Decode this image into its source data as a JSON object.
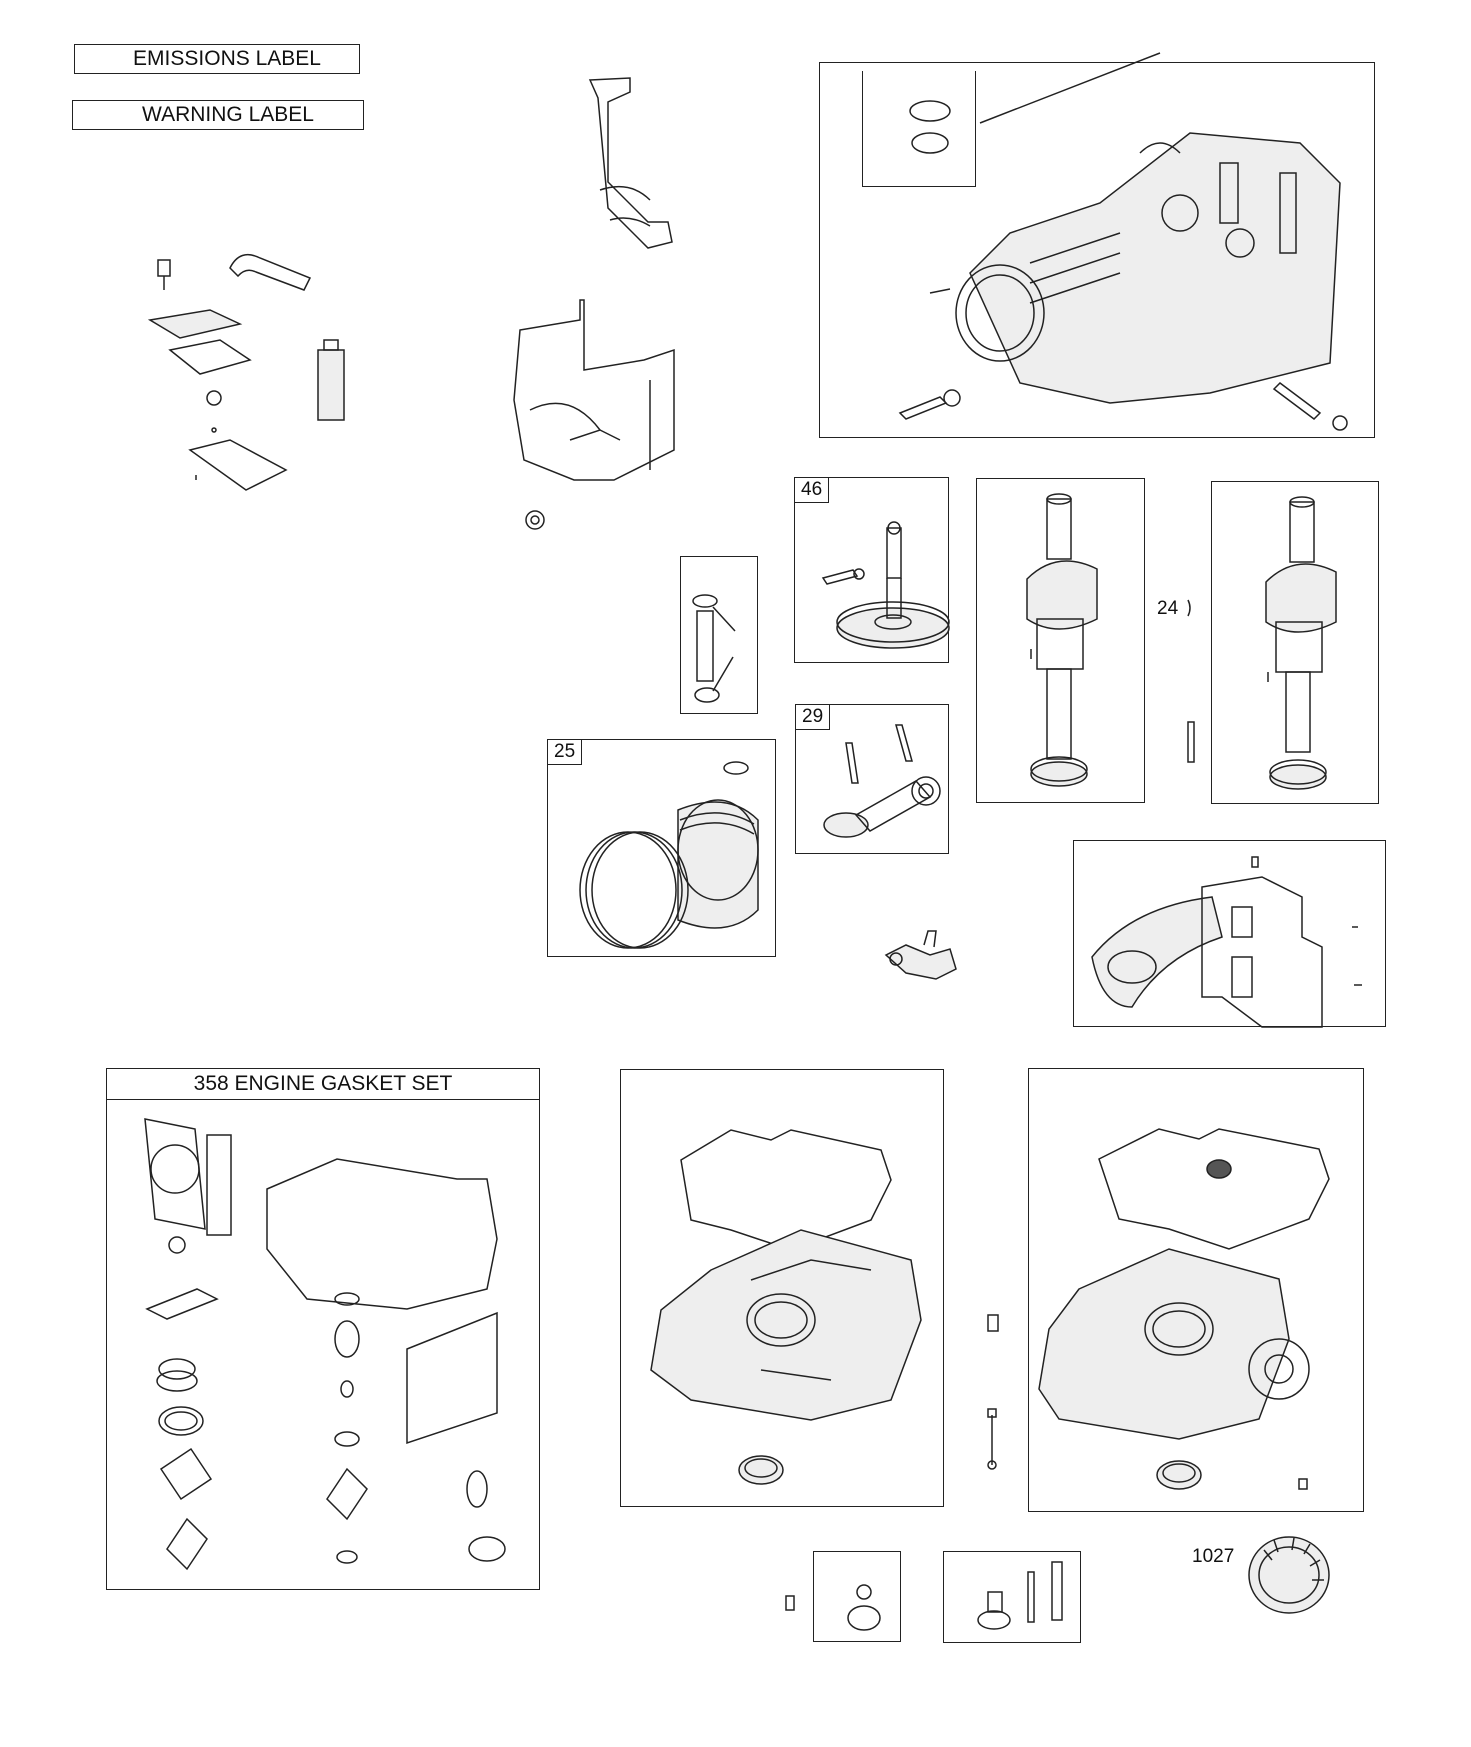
{
  "labels": {
    "emissions": "EMISSIONS LABEL",
    "warning": "WARNING LABEL"
  },
  "callouts": {
    "camshaft": "46",
    "connecting_rod": "29",
    "piston": "25",
    "crankshaft_key": "24",
    "gasket_set": "358 ENGINE GASKET SET",
    "oil_filter": "1027"
  },
  "icons": {
    "cylinder_block": "cylinder-block-icon",
    "crankshaft": "crankshaft-icon",
    "camshaft": "camshaft-gear-icon",
    "piston": "piston-icon",
    "connecting_rod": "connecting-rod-icon",
    "sump": "crankcase-sump-icon",
    "oil_filter": "oil-filter-icon"
  }
}
